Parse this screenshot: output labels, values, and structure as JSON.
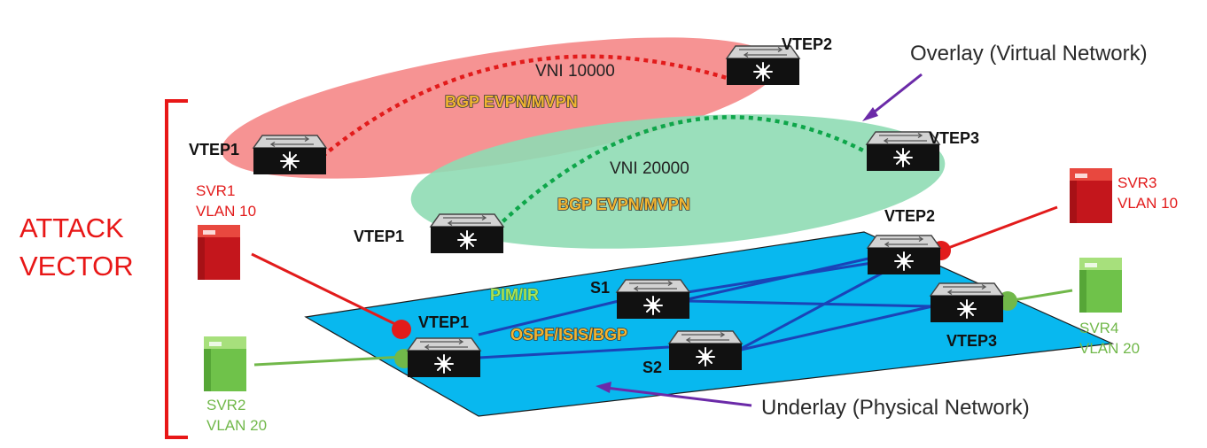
{
  "labels": {
    "attack_vector_line1": "ATTACK",
    "attack_vector_line2": "VECTOR",
    "overlay": "Overlay (Virtual Network)",
    "underlay": "Underlay (Physical Network)"
  },
  "overlay_vni10000": {
    "name": "VNI 10000",
    "protocol": "BGP EVPN/MVPN",
    "vtep_left": "VTEP1",
    "vtep_right": "VTEP2",
    "color": "#f58080"
  },
  "overlay_vni20000": {
    "name": "VNI 20000",
    "protocol": "BGP EVPN/MVPN",
    "vtep_left": "VTEP1",
    "vtep_right": "VTEP3",
    "color": "#8fdcb4"
  },
  "underlay": {
    "color": "#08b8ef",
    "vtep1": "VTEP1",
    "vtep2": "VTEP2",
    "vtep3": "VTEP3",
    "spine1": "S1",
    "spine2": "S2",
    "multicast_protocol": "PIM/IR",
    "routing_protocol": "OSPF/ISIS/BGP"
  },
  "servers": {
    "svr1": {
      "name": "SVR1",
      "vlan": "VLAN 10",
      "color": "#e21b1b"
    },
    "svr2": {
      "name": "SVR2",
      "vlan": "VLAN 20",
      "color": "#71b84a"
    },
    "svr3": {
      "name": "SVR3",
      "vlan": "VLAN 10",
      "color": "#e21b1b"
    },
    "svr4": {
      "name": "SVR4",
      "vlan": "VLAN 20",
      "color": "#71b84a"
    }
  },
  "icons": {
    "switch": "network-switch-icon",
    "server": "server-icon"
  }
}
